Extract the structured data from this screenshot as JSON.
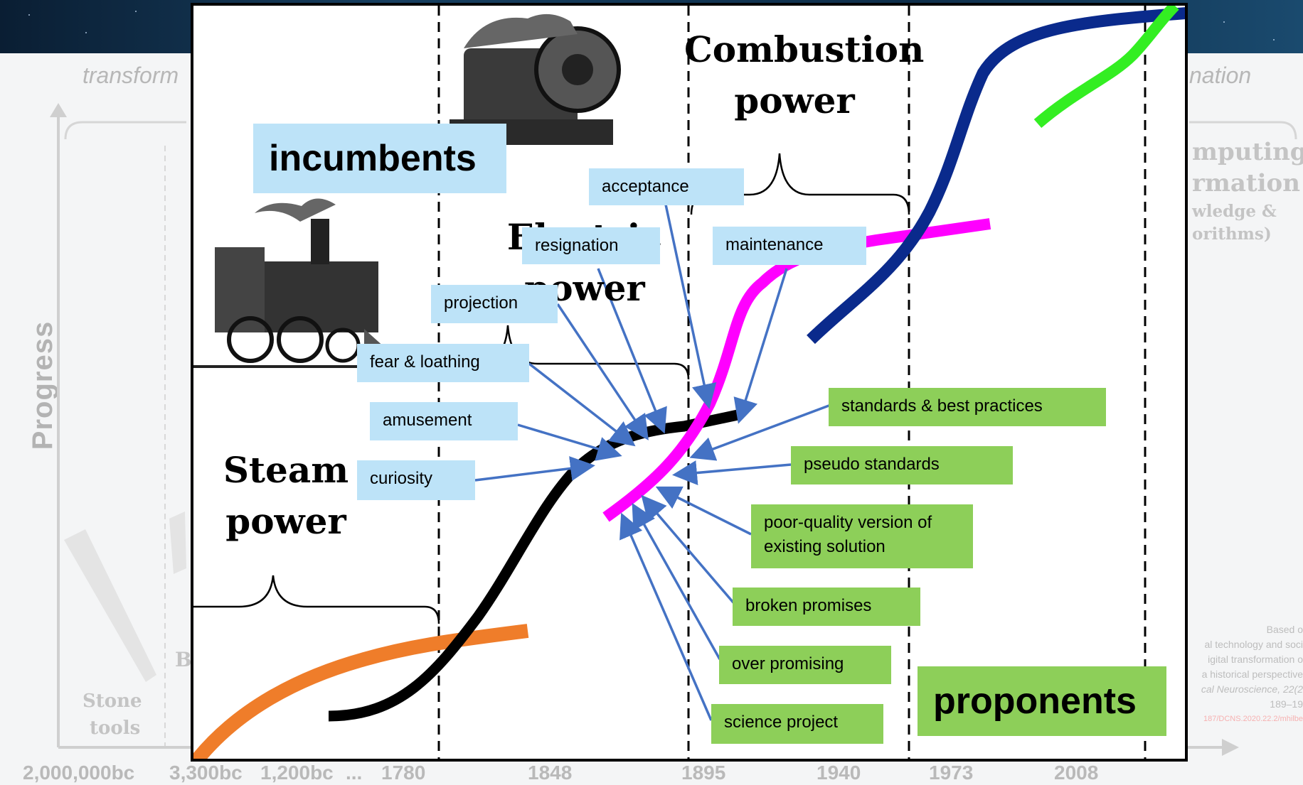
{
  "background": {
    "left_header": "transform",
    "right_header": "nation",
    "progress_label": "Progress",
    "right_side_lines": [
      "mputing",
      "rmation",
      "wledge &",
      "orithms)"
    ],
    "stone_tools": [
      "Stone",
      "tools"
    ],
    "b_fragment": "B",
    "h_fragment": "H",
    "citation_lines": [
      "Based o",
      "al technology and soci",
      "igital transformation o",
      "a historical perspective",
      "cal Neuroscience, 22(2",
      "189–19",
      "187/DCNS.2020.22.2/mhilbe"
    ],
    "years": [
      "2,000,000bc",
      "3,300bc",
      "1,200bc",
      "...",
      "1780",
      "1848",
      "1895",
      "1940",
      "1973",
      "2008"
    ]
  },
  "eras": {
    "steam": [
      "Steam",
      "power"
    ],
    "electric": [
      "Electric",
      "power"
    ],
    "combustion": [
      "Combustion",
      "power"
    ]
  },
  "incumbents_label": "incumbents",
  "proponents_label": "proponents",
  "incumbent_reactions": [
    "acceptance",
    "resignation",
    "maintenance",
    "projection",
    "fear & loathing",
    "amusement",
    "curiosity"
  ],
  "proponent_stages": [
    "standards & best practices",
    "pseudo standards",
    "poor-quality version of existing solution",
    "broken promises",
    "over promising",
    "science project"
  ],
  "colors": {
    "incumbent_box": "#bde3f8",
    "proponent_box": "#8dcf59",
    "arrow": "#4472c4",
    "steam_curve": "#ef7d2a",
    "electric_curve": "#000000",
    "combustion_curve": "#ff00ff",
    "digital_curve": "#0a2a8c",
    "next_curve": "#33ee22"
  }
}
